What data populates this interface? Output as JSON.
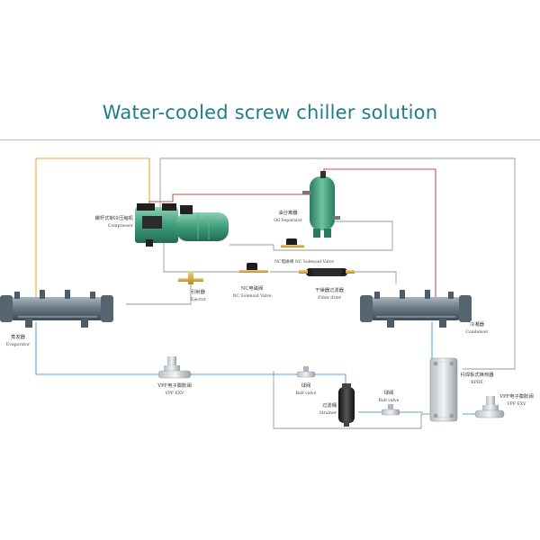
{
  "title": "Water-cooled screw chiller solution",
  "colors": {
    "title": "#1f7c8c",
    "hot_gas_line": "#d94a4a",
    "suction_line": "#f0a830",
    "liquid_line": "#5aa6d8",
    "oil_line": "#9a9a9a",
    "compressor_green": "#3f9e7c",
    "shell_gray": "#6d7f8c"
  },
  "components": {
    "compressor": {
      "cn": "螺杆式制冷压缩机",
      "en": "Compressor"
    },
    "oil_separator": {
      "cn": "油分离器",
      "en": "Oil Separator"
    },
    "nc_valve_top": {
      "text": "NC电磁阀 NC Solenoid Valve"
    },
    "ejector": {
      "cn": "引射器",
      "en": "Ejector"
    },
    "nc_valve_mid": {
      "cn": "NC电磁阀",
      "en": "NC Solenoid Valve"
    },
    "filter_drier": {
      "cn": "干燥器过滤器",
      "en": "Filter drier"
    },
    "evaporator": {
      "cn": "蒸发器",
      "en": "Evaporator"
    },
    "condenser": {
      "cn": "冷凝器",
      "en": "Condenser"
    },
    "vpf_left": {
      "cn": "VPF电子膨胀阀",
      "en": "VPF EXV"
    },
    "ball_valve_1": {
      "cn": "球阀",
      "en": "Ball valve"
    },
    "strainer": {
      "cn": "过滤桶",
      "en": "Strainer"
    },
    "ball_valve_2": {
      "cn": "球阀",
      "en": "Ball valve"
    },
    "bphe": {
      "cn": "钎焊板式换热器",
      "en": "BPHE"
    },
    "vpf_right": {
      "cn": "VPF电子膨胀阀",
      "en": "VPF EXV"
    }
  }
}
